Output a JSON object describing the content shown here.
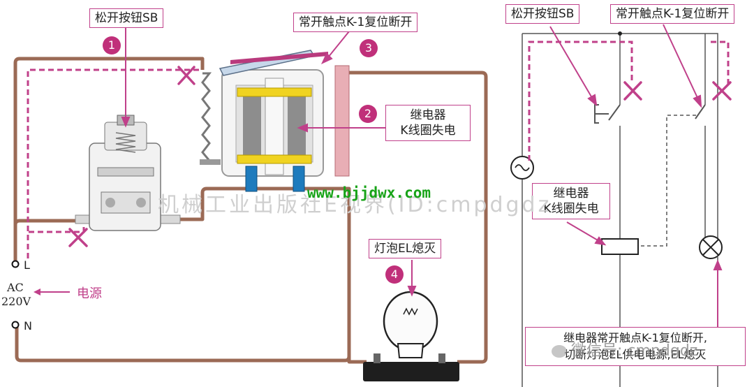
{
  "colors": {
    "wire": "#9b6a55",
    "current_path": "#c0408a",
    "accent": "#c0307a",
    "url_green": "#18a318",
    "schematic_line": "#555555"
  },
  "left_diagram": {
    "sb_label": "松开按钮SB",
    "contact_label": "常开触点K-1复位断开",
    "relay_label_line1": "继电器",
    "relay_label_line2": "K线圈失电",
    "lamp_label": "灯泡EL熄灭",
    "terminal_L": "L",
    "terminal_N": "N",
    "ac_line1": "AC",
    "ac_line2": "220V",
    "power_label": "电源",
    "badges": [
      "1",
      "2",
      "3",
      "4"
    ]
  },
  "right_diagram": {
    "sb_label": "松开按钮SB",
    "contact_label": "常开触点K-1复位断开",
    "relay_label_line1": "继电器",
    "relay_label_line2": "K线圈失电",
    "note_line1": "继电器常开触点K-1复位断开,",
    "note_line2": "切断灯泡EL供电电源,EL熄灭"
  },
  "watermark": {
    "publisher": "机械工业出版社E视界(ID:cmpdgdz",
    "site": "www.bjjdwx.com",
    "wechat": "微信号: cmpdgdz"
  }
}
